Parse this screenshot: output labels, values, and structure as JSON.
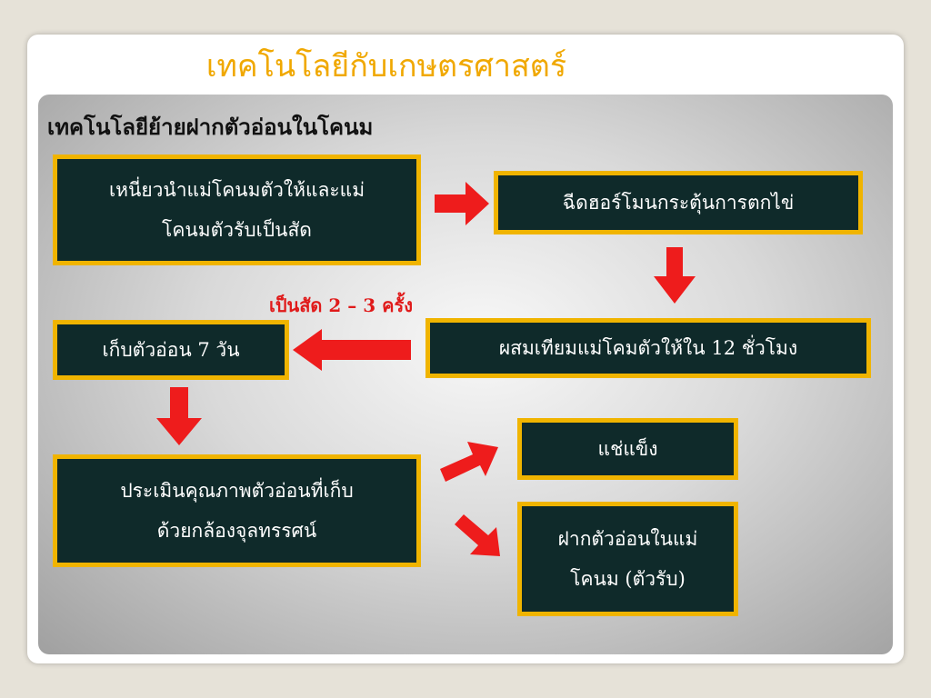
{
  "title": "เทคโนโลยีกับเกษตรศาสตร์",
  "subtitle": "เทคโนโลยีย้ายฝากตัวอ่อนในโคนม",
  "steps": {
    "induce_estrus": [
      "เหนี่ยวนำแม่โคนมตัวให้และแม่",
      "โคนมตัวรับเป็นสัด"
    ],
    "hormone": "ฉีดฮอร์โมนกระตุ้นการตกไข่",
    "inseminate": "ผสมเทียมแม่โคมตัวให้ใน 12 ชั่วโมง",
    "collect": "เก็บตัวอ่อน 7 วัน",
    "evaluate": [
      "ประเมินคุณภาพตัวอ่อนที่เก็บ",
      "ด้วยกล้องจุลทรรศน์"
    ],
    "freeze": "แช่แข็ง",
    "transfer": [
      "ฝากตัวอ่อนในแม่",
      "โคนม (ตัวรับ)"
    ]
  },
  "note": "เป็นสัด 2 – 3 ครั้ง",
  "colors": {
    "title": "#f0a800",
    "box_fill": "#0f2a2a",
    "box_border": "#f0b400",
    "arrow": "#ee1c1c",
    "note": "#e01a1a"
  }
}
